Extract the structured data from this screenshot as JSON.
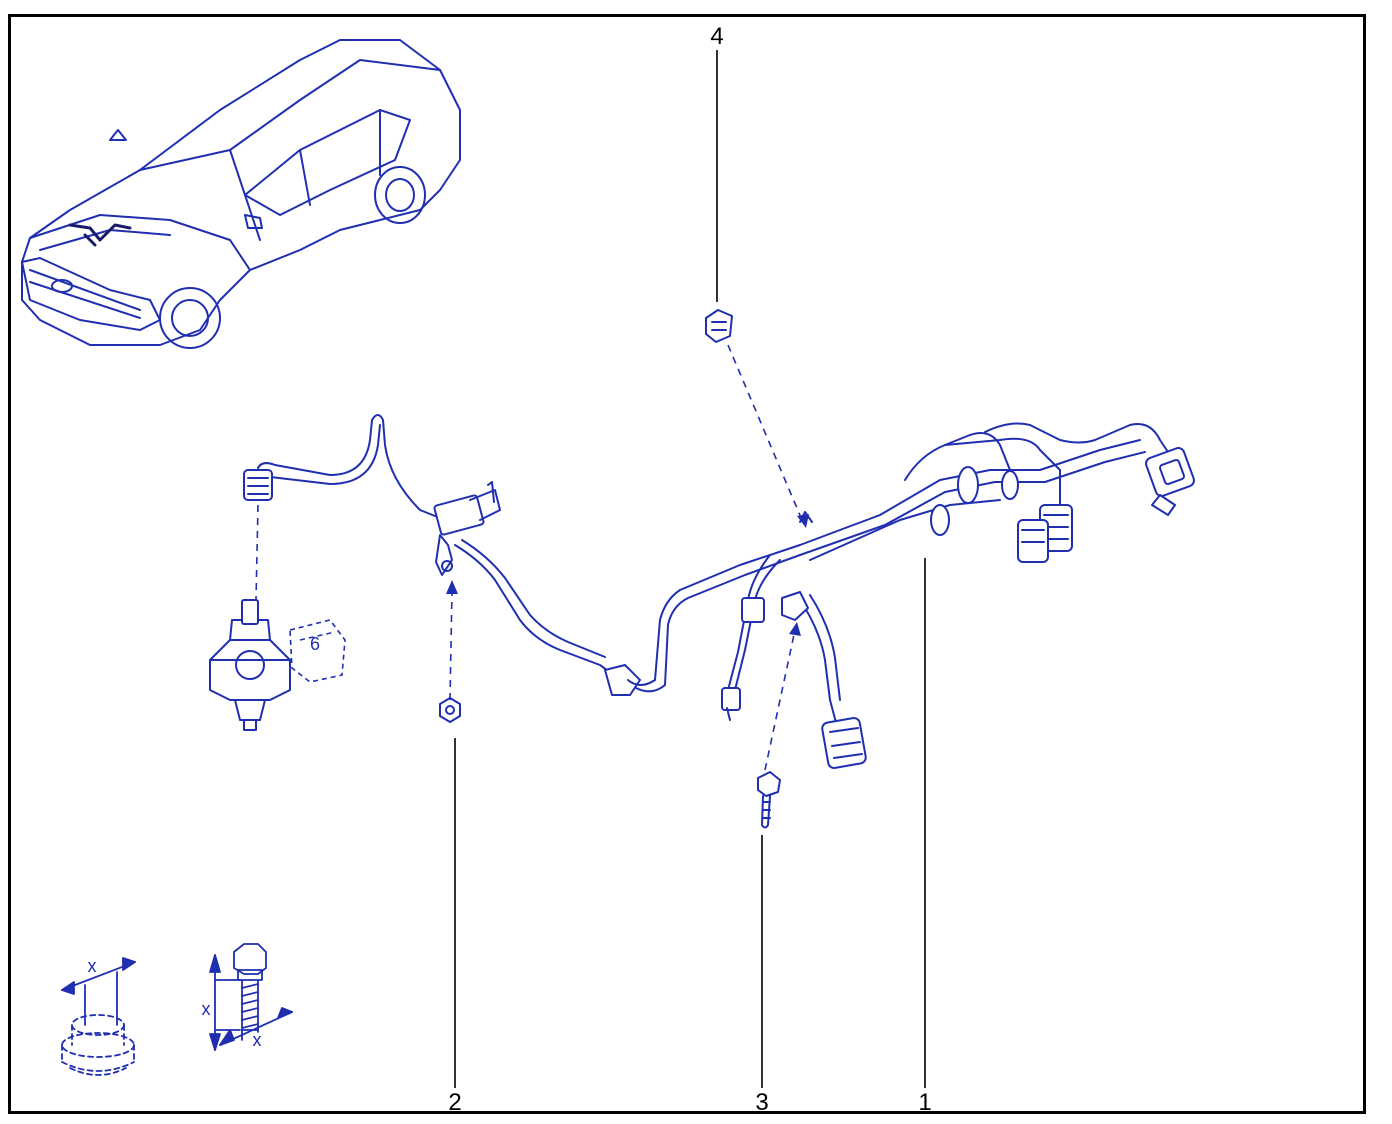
{
  "callouts": [
    {
      "id": "1",
      "label": "1"
    },
    {
      "id": "2",
      "label": "2"
    },
    {
      "id": "3",
      "label": "3"
    },
    {
      "id": "4",
      "label": "4"
    }
  ],
  "dimension_labels": {
    "nut_dim": "x",
    "bolt_dim_length": "x",
    "bolt_dim_diameter": "x"
  },
  "colors": {
    "ink": "#1f2fb0",
    "frame": "#000000"
  }
}
